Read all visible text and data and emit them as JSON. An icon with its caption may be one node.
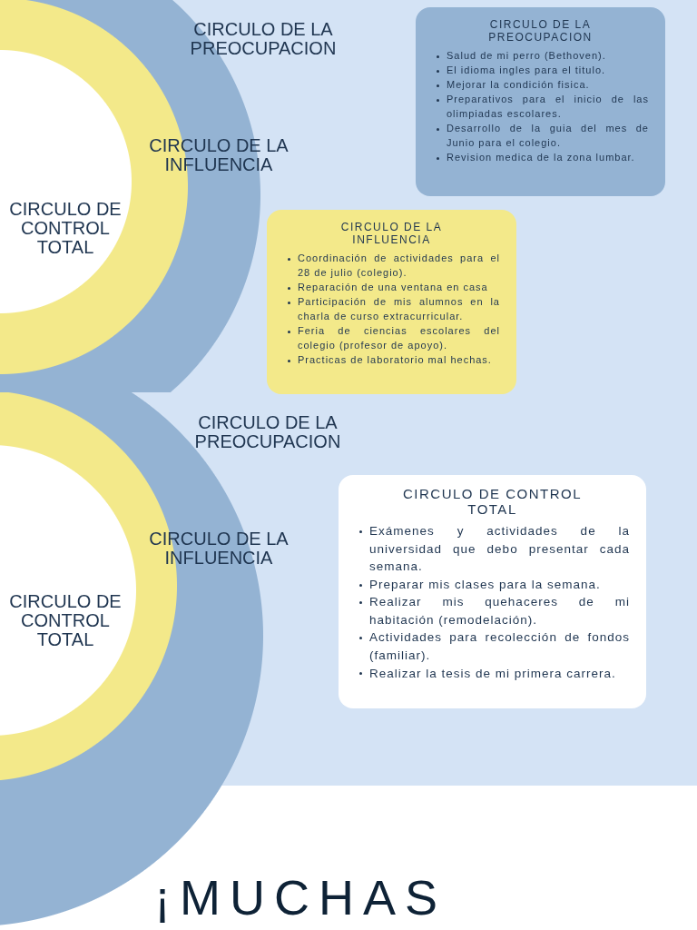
{
  "diagram": {
    "nodes": [
      {
        "text": [
          "CIRCULO DE LA PREOCUPACION"
        ]
      },
      {
        "text": [
          "CIRCULO DE LA INFLUENCIA"
        ],
        "in": 0
      },
      {
        "text": [
          "CIRCULO DE CONTROL TOTAL"
        ],
        "in": 1
      },
      {
        "text": [
          "CIRCULO DE LA PREOCUPACION",
          "Salud de mi perro (Bethoven).",
          "El idioma ingles para el titulo.",
          "Mejorar la condición fisica.",
          "Preparativos para el inicio de las olimpiadas escolares.",
          "Desarrollo de la guia del mes de Junio para el colegio.",
          "Revision medica de la zona lumbar."
        ]
      },
      {
        "text": [
          "CIRCULO DE LA INFLUENCIA",
          "Coordinación de actividades para el 28 de julio (colegio).",
          "Reparación de una ventana en casa",
          "Participación de mis alumnos en la charla de curso extracurricular.",
          "Feria de ciencias escolares del colegio (profesor de apoyo).",
          "Practicas de laboratorio mal hechas."
        ]
      },
      {
        "text": [
          "CIRCULO DE LA PREOCUPACION"
        ]
      },
      {
        "text": [
          "CIRCULO DE LA INFLUENCIA"
        ],
        "in": 5
      },
      {
        "text": [
          "CIRCULO DE CONTROL TOTAL"
        ],
        "in": 6
      },
      {
        "text": [
          "CIRCULO DE CONTROL TOTAL",
          "Exámenes y actividades de la universidad que debo presentar cada semana.",
          "Preparar mis clases para la semana.",
          "Realizar mis quehaceres de mi habitación (remodelación).",
          "Actividades para recolección de fondos (familiar).",
          "Realizar la tesis de mi primera carrera."
        ]
      }
    ],
    "labels": [
      "¡MUCHAS"
    ]
  }
}
